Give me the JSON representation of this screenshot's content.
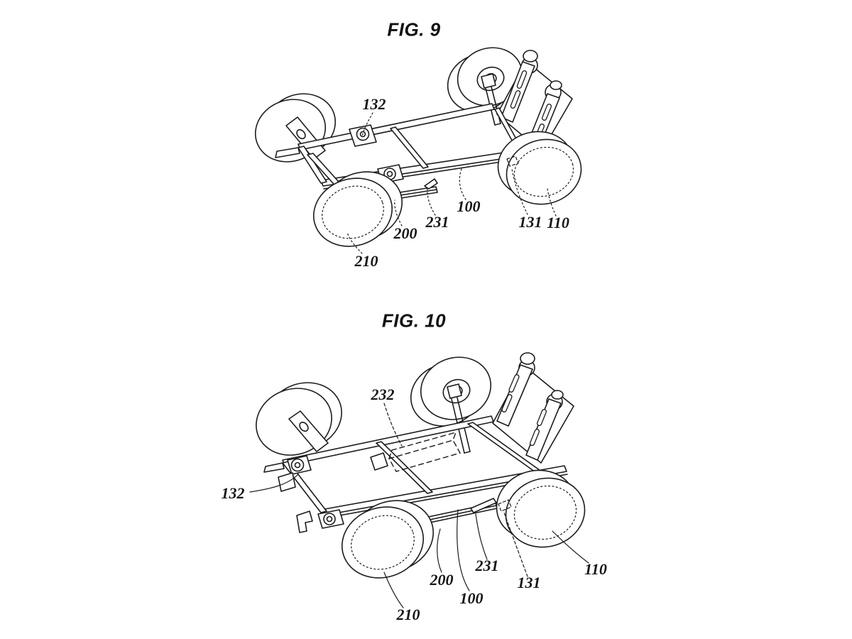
{
  "style": {
    "ink": "#1c1c1c",
    "background": "#ffffff"
  },
  "figures": [
    {
      "title": "FIG. 9",
      "labels": [
        {
          "text": "132"
        },
        {
          "text": "100"
        },
        {
          "text": "231"
        },
        {
          "text": "200"
        },
        {
          "text": "131"
        },
        {
          "text": "110"
        },
        {
          "text": "210"
        }
      ]
    },
    {
      "title": "FIG. 10",
      "labels": [
        {
          "text": "232"
        },
        {
          "text": "132"
        },
        {
          "text": "200"
        },
        {
          "text": "100"
        },
        {
          "text": "231"
        },
        {
          "text": "131"
        },
        {
          "text": "110"
        },
        {
          "text": "210"
        }
      ]
    }
  ]
}
